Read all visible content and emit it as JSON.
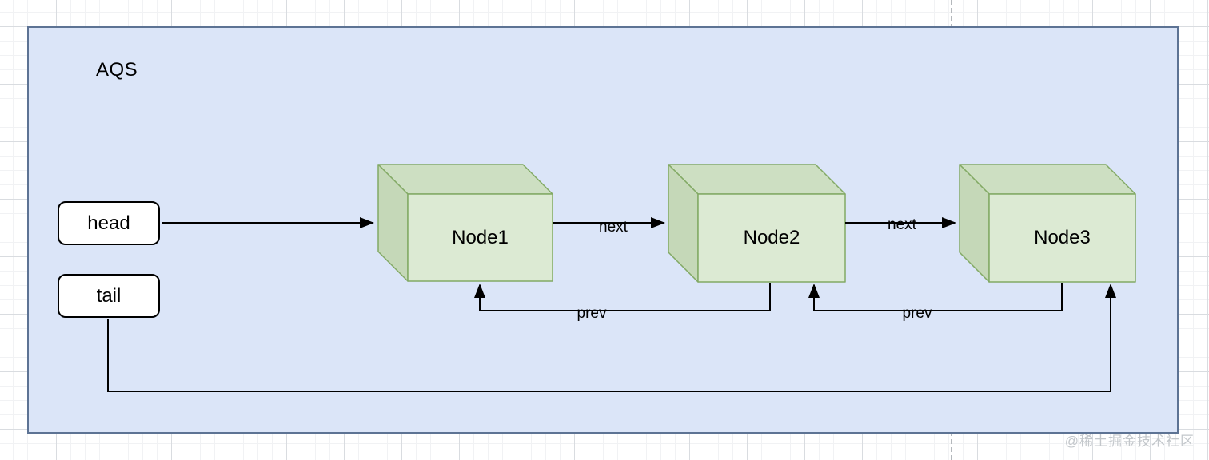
{
  "diagram": {
    "title": "AQS",
    "pointer_boxes": [
      {
        "label": "head"
      },
      {
        "label": "tail"
      }
    ],
    "nodes": [
      {
        "label": "Node1"
      },
      {
        "label": "Node2"
      },
      {
        "label": "Node3"
      }
    ],
    "edge_labels": {
      "node1_next": "next",
      "node2_next": "next",
      "node2_prev": "prev",
      "node3_prev": "prev"
    }
  },
  "watermark": "@稀土掘金技术社区",
  "colors": {
    "container_fill": "#dbe5f8",
    "container_border": "#5d7394",
    "node_front": "#dcead3",
    "node_top": "#cddfc2",
    "node_side": "#c5d8b8",
    "node_border": "#82a964",
    "pointer_fill": "#ffffff",
    "pointer_border": "#000000",
    "edge_color": "#000000",
    "grid_major": "#d9dce0",
    "grid_minor": "#f1f2f4",
    "watermark_color": "#c3c7cb"
  }
}
